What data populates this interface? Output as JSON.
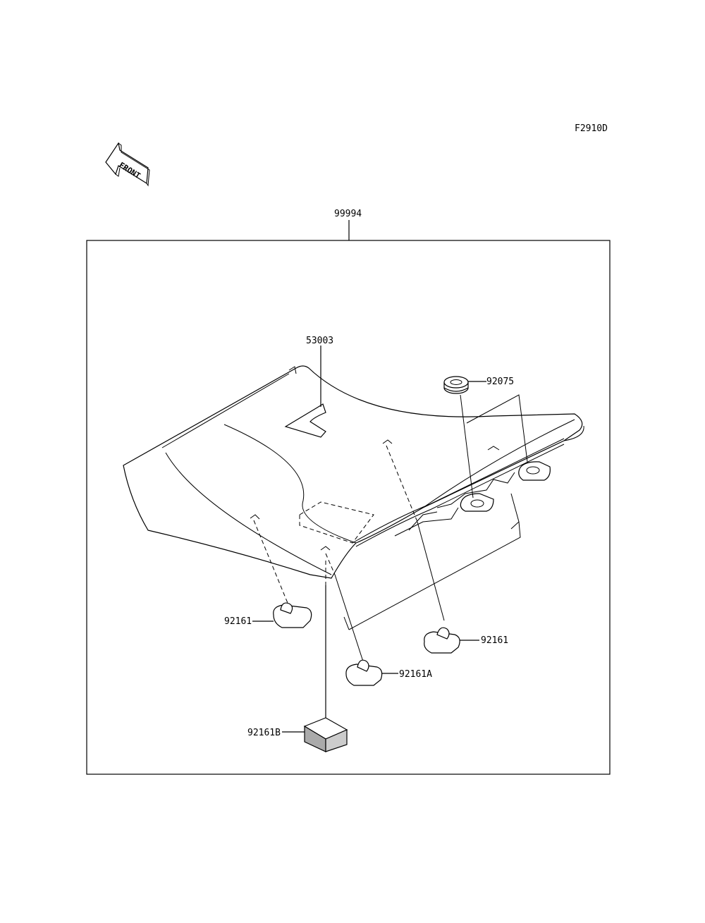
{
  "diagram_code": "F2910D",
  "front_arrow_text": "FRONT",
  "callouts": {
    "assembly": "99994",
    "seat_top": "53003",
    "grommet": "92075",
    "damper_left": "92161",
    "damper_right": "92161",
    "damper_a": "92161A",
    "damper_b": "92161B"
  }
}
